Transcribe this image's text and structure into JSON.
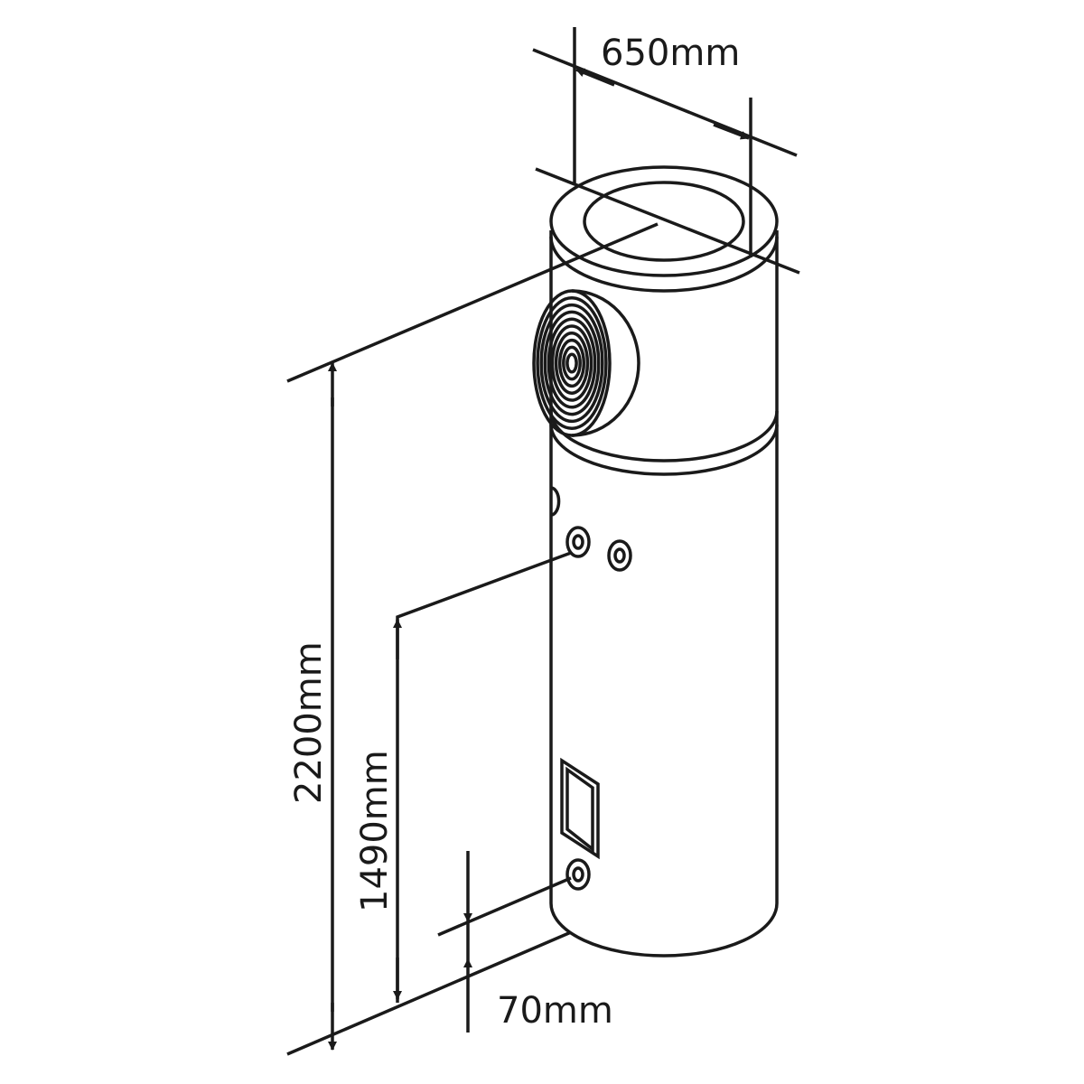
{
  "title": "Heat pump water heater dimensions",
  "dimensions": {
    "diameter": "650mm",
    "height": "2200mm",
    "outlet_height": "1490mm",
    "inlet_height": "70mm"
  },
  "colors": {
    "line": "#1a1a1a",
    "background": "#ffffff"
  }
}
